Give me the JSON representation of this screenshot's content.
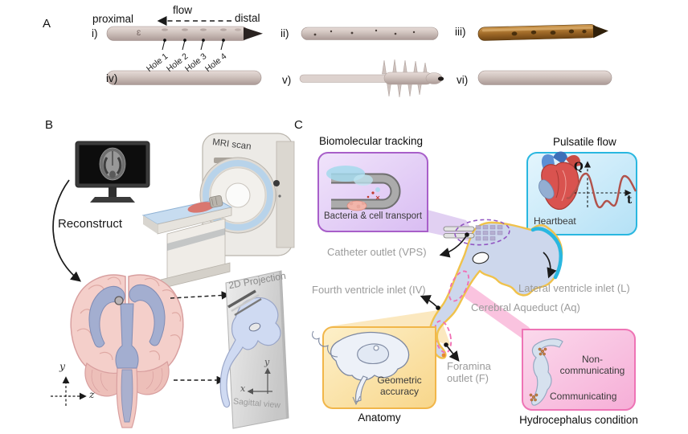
{
  "panels": {
    "a": "A",
    "b": "B",
    "c": "C"
  },
  "panel_a": {
    "flow_proximal": "proximal",
    "flow_label": "flow",
    "flow_distal": "distal",
    "catheters": {
      "i": "i)",
      "ii": "ii)",
      "iii": "iii)",
      "iv": "iv)",
      "v": "v)",
      "vi": "vi)"
    },
    "marking": "3",
    "holes": {
      "h1": "Hole 1",
      "h2": "Hole 2",
      "h3": "Hole 3",
      "h4": "Hole 4"
    }
  },
  "panel_b": {
    "mri_label": "MRI scan",
    "reconstruct": "Reconstruct",
    "projection_title": "2D Projection",
    "sagittal_view": "Sagittal view",
    "axis_y": "y",
    "axis_z": "z",
    "proj_axis_y": "y",
    "proj_axis_x": "x"
  },
  "panel_c": {
    "biomolecular": {
      "title": "Biomolecular tracking",
      "caption": "Bacteria & cell transport"
    },
    "pulsatile": {
      "title": "Pulsatile flow",
      "caption": "Heartbeat",
      "axis_q": "Q",
      "axis_t": "t"
    },
    "annotations": {
      "catheter_outlet": "Catheter outlet (VPS)",
      "fourth_ventricle": "Fourth ventricle inlet (IV)",
      "lateral_ventricle": "Lateral ventricle inlet (L)",
      "cerebral_aqueduct": "Cerebral Aqueduct (Aq)",
      "foramina": "Foramina\noutlet (F)"
    },
    "anatomy": {
      "caption": "Geometric\naccuracy",
      "title": "Anatomy"
    },
    "hydrocephalus": {
      "noncommunicating": "Non-\ncommunicating",
      "communicating": "Communicating",
      "title": "Hydrocephalus condition"
    }
  },
  "colors": {
    "purple_border": "#a85fc9",
    "purple_fill": "#e6d3f7",
    "cyan_border": "#29b7e0",
    "cyan_fill": "#cfeaf9",
    "yellow_border": "#f1b64a",
    "yellow_fill": "#fbe5ae",
    "pink_border": "#ee74b5",
    "pink_fill": "#f9c9e4",
    "annotation_gray": "#9b9b9b",
    "catheter_beige": "#cfc2bd",
    "catheter_brown": "#a06a28",
    "brain_pink": "#f4cfca",
    "ventricle_blue": "#cdd7ec",
    "ventricle_outline_yellow": "#f0c24b",
    "waveform_red": "#b1524b"
  }
}
